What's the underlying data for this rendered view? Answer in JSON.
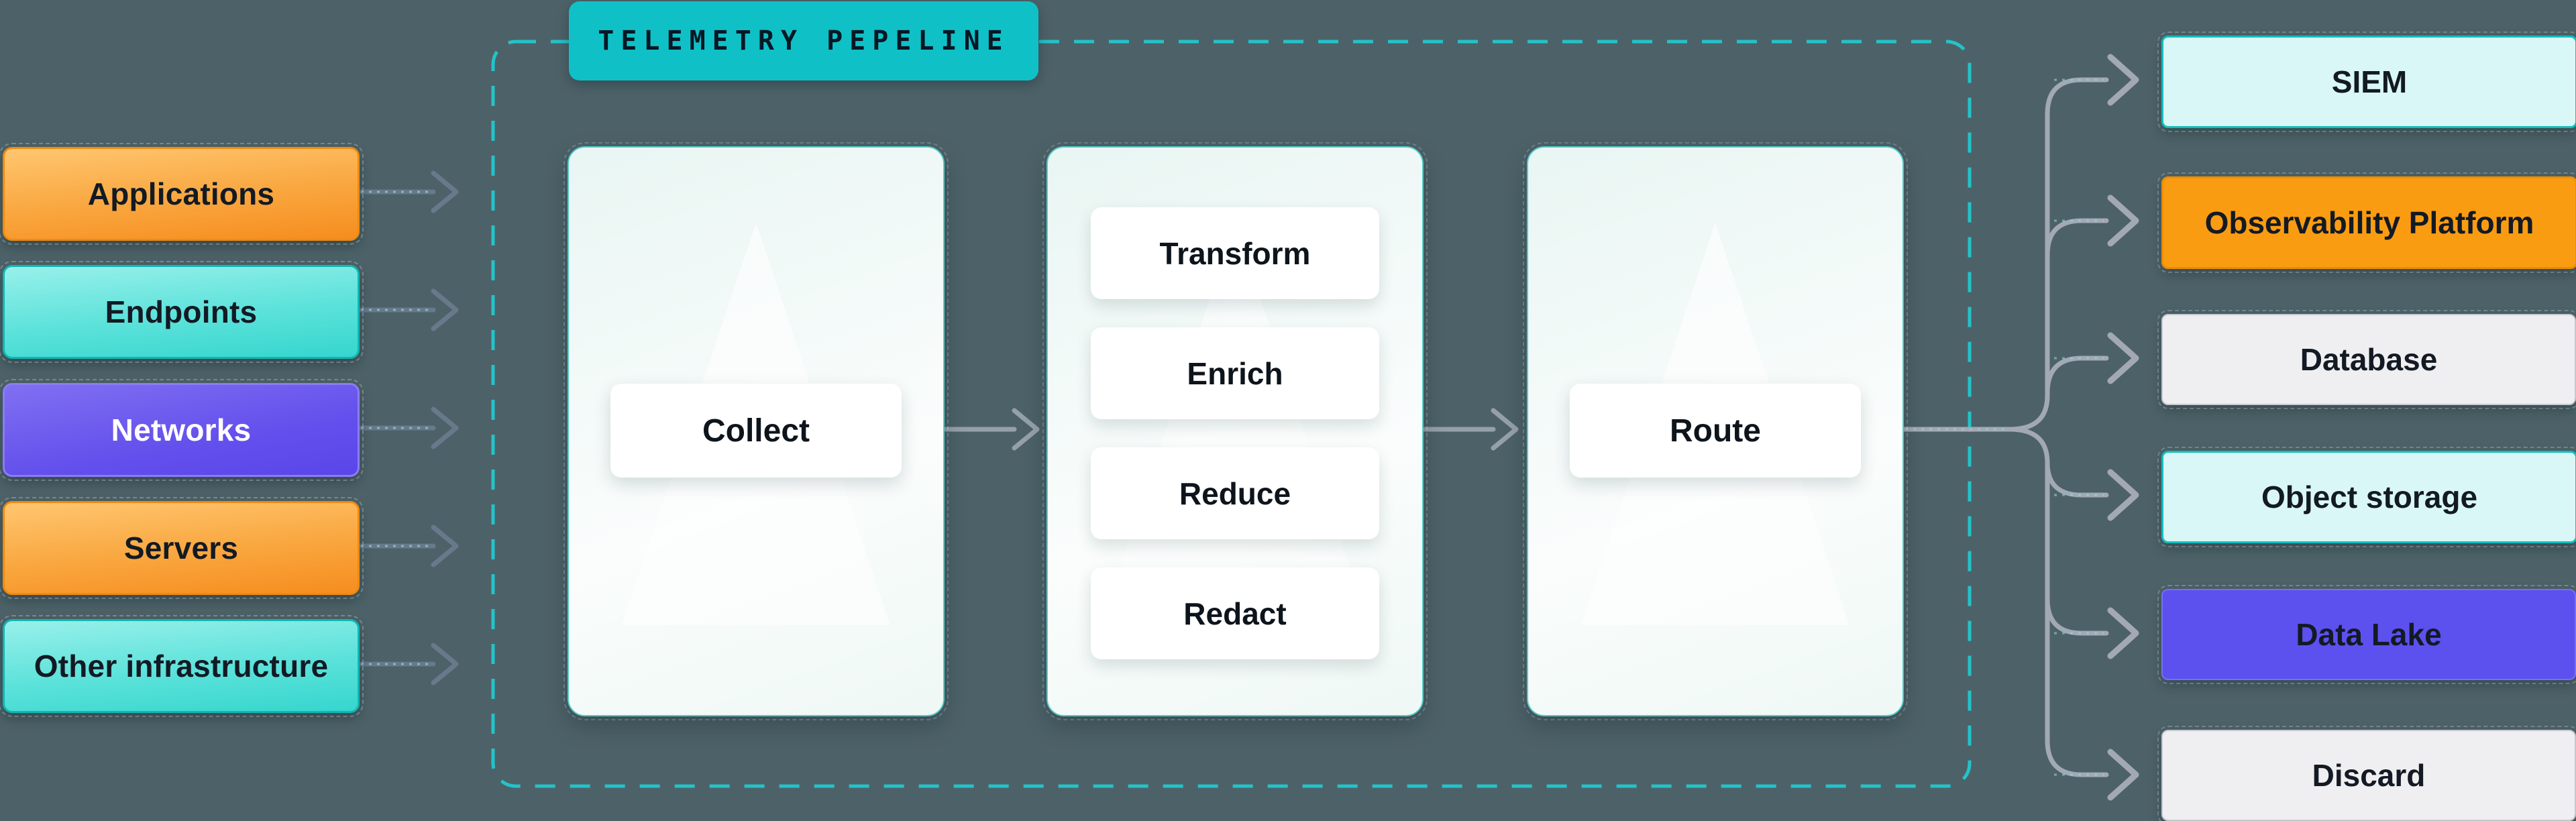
{
  "canvas": {
    "background": "#4D6268"
  },
  "colors": {
    "accent_teal": "#0FC1C7",
    "dashed_border_teal": "#23C3C9",
    "arrow_gray": "#67798B",
    "fan_arrow_gray": "#A2A9B4",
    "orange": "#F68D1F",
    "cyan": "#35D6CE",
    "purple": "#5C50EF",
    "panel_mint": "#EFF8F5",
    "text_dark": "#0D141C"
  },
  "sources": {
    "items": [
      {
        "label": "Applications",
        "variant": "orange"
      },
      {
        "label": "Endpoints",
        "variant": "cyan"
      },
      {
        "label": "Networks",
        "variant": "purple"
      },
      {
        "label": "Servers",
        "variant": "orange"
      },
      {
        "label": "Other infrastructure",
        "variant": "cyan"
      }
    ]
  },
  "pipeline": {
    "badge": "TELEMETRY PEPELINE",
    "stages": {
      "collect": {
        "label": "Collect"
      },
      "process": {
        "steps": [
          "Transform",
          "Enrich",
          "Reduce",
          "Redact"
        ]
      },
      "route": {
        "label": "Route"
      }
    }
  },
  "destinations": {
    "items": [
      {
        "label": "SIEM",
        "variant": "teal-light"
      },
      {
        "label": "Observability Platform",
        "variant": "orange"
      },
      {
        "label": "Database",
        "variant": "gray"
      },
      {
        "label": "Object storage",
        "variant": "teal-light"
      },
      {
        "label": "Data Lake",
        "variant": "purple"
      },
      {
        "label": "Discard",
        "variant": "gray"
      }
    ]
  }
}
